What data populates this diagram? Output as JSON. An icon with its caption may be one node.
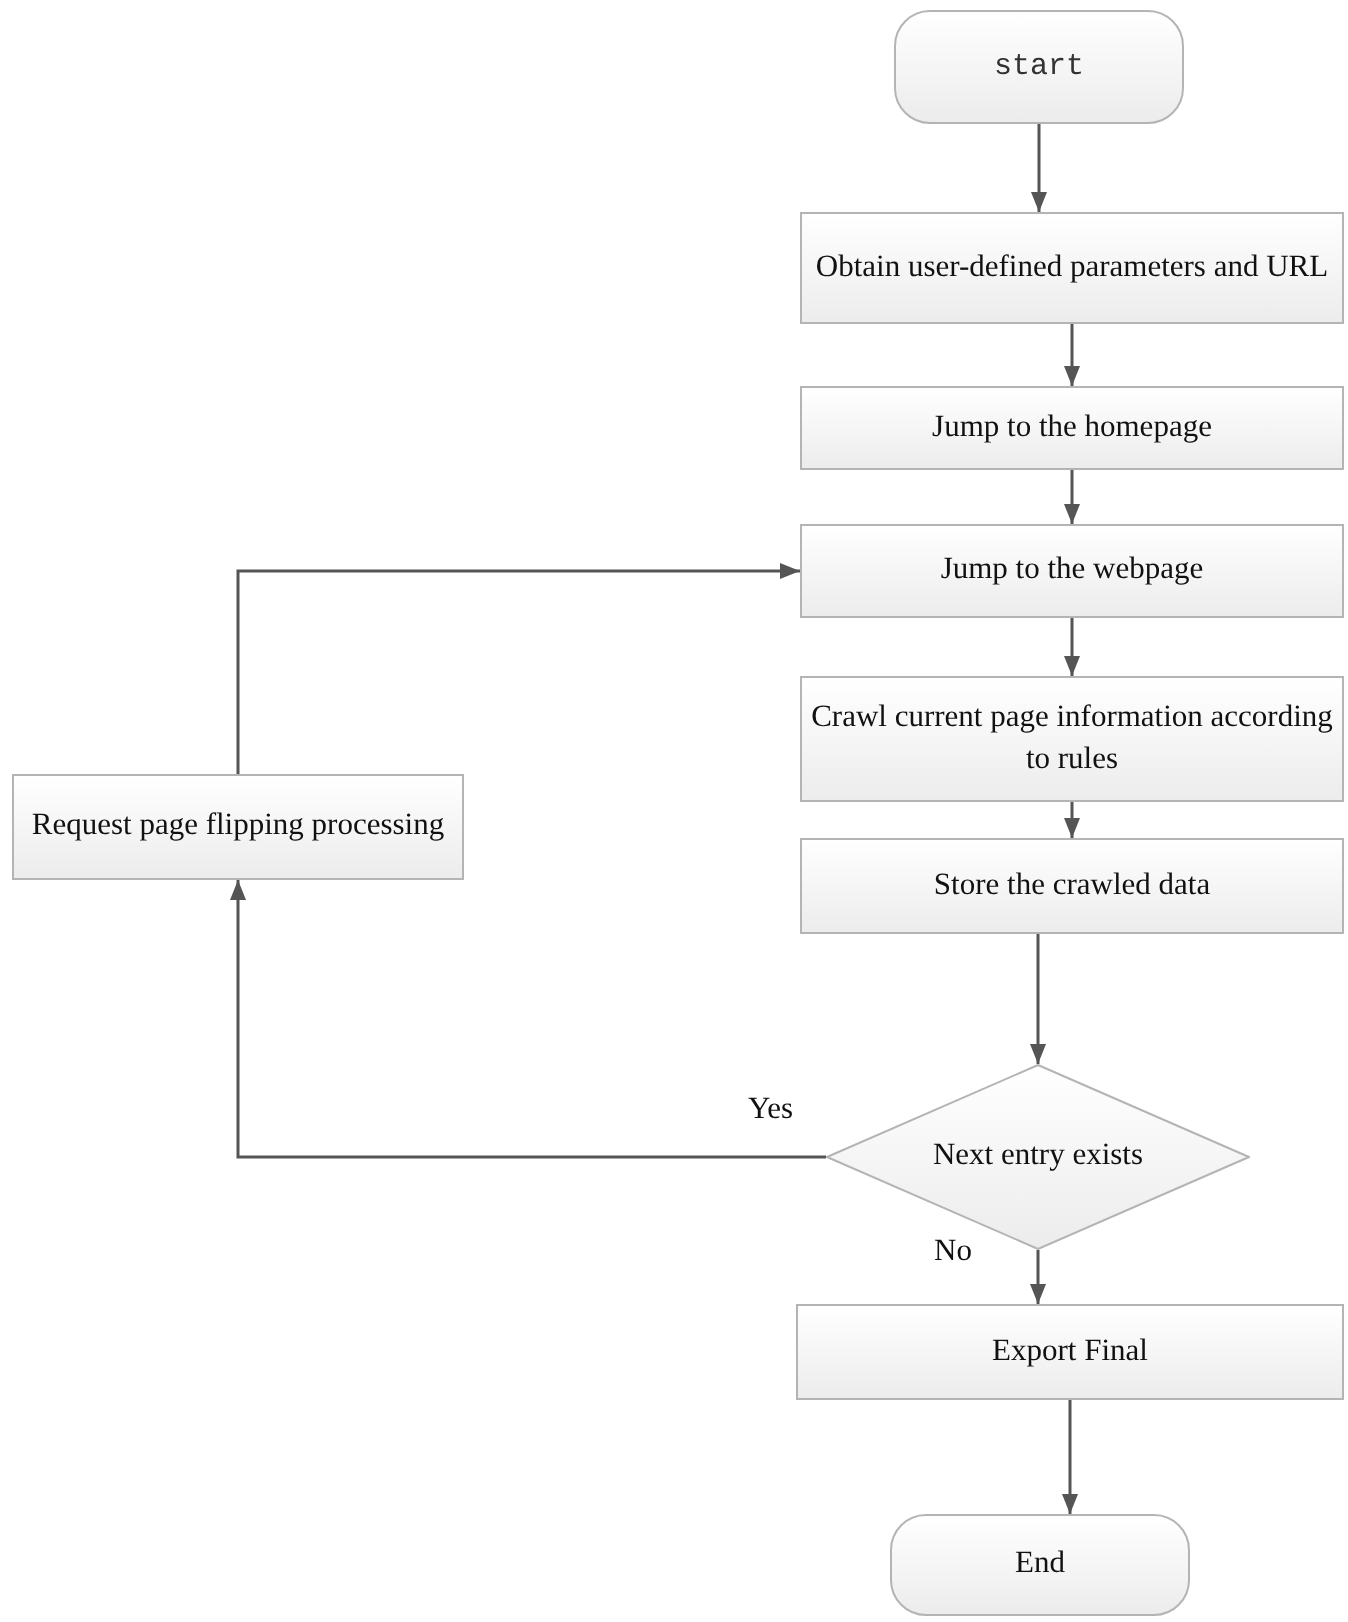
{
  "diagram": {
    "nodes": [
      {
        "text": [
          "start"
        ]
      },
      {
        "text": [
          "Obtain user-defined parameters and URL"
        ]
      },
      {
        "text": [
          "Jump to the homepage"
        ]
      },
      {
        "text": [
          "Jump to the webpage"
        ]
      },
      {
        "text": [
          "Crawl current page information according to rules"
        ]
      },
      {
        "text": [
          "Store the crawled data"
        ]
      },
      {
        "text": [
          "Next entry exists"
        ]
      },
      {
        "text": [
          "Request page flipping processing"
        ]
      },
      {
        "text": [
          "Export Final"
        ]
      },
      {
        "text": [
          "End"
        ]
      }
    ],
    "edges": [
      {
        "from": 0,
        "to": 1,
        "arrow": "to"
      },
      {
        "from": 1,
        "to": 2,
        "arrow": "to"
      },
      {
        "from": 2,
        "to": 3,
        "arrow": "to"
      },
      {
        "from": 3,
        "to": 4,
        "arrow": "to"
      },
      {
        "from": 4,
        "to": 5,
        "arrow": "to"
      },
      {
        "from": 5,
        "to": 6,
        "arrow": "to"
      },
      {
        "from": 6,
        "to": 7,
        "arrow": "to",
        "label": "Yes"
      },
      {
        "from": 7,
        "to": 3,
        "arrow": "to"
      },
      {
        "from": 6,
        "to": 8,
        "arrow": "to",
        "label": "No"
      },
      {
        "from": 8,
        "to": 9,
        "arrow": "to"
      }
    ]
  }
}
